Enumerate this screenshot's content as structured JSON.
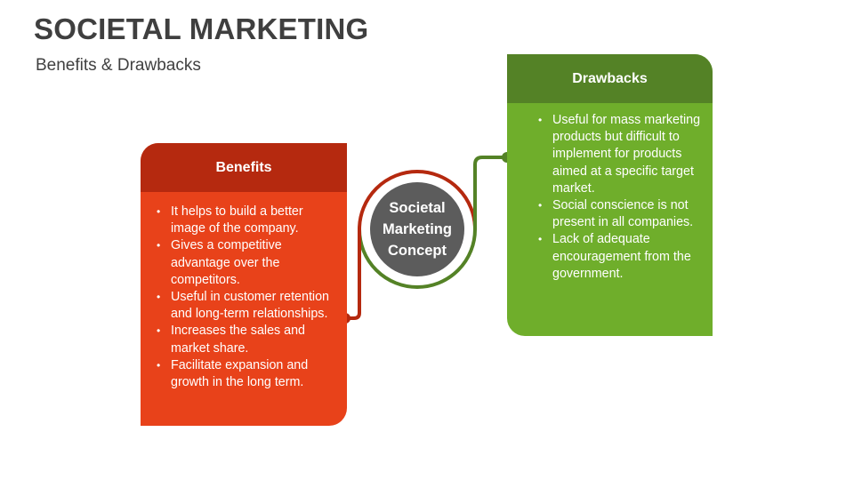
{
  "title": "SOCIETAL MARKETING",
  "subtitle": "Benefits & Drawbacks",
  "center_label": "Societal Marketing Concept",
  "benefits": {
    "heading": "Benefits",
    "items": [
      "It helps to build a better image of the company.",
      "Gives a competitive advantage over the competitors.",
      "Useful in customer retention and long-term relationships.",
      "Increases the sales and market share.",
      "Facilitate expansion and growth in the long term."
    ]
  },
  "drawbacks": {
    "heading": "Drawbacks",
    "items": [
      "Useful for mass marketing products but difficult to implement for products aimed at a specific target market.",
      "Social conscience is not present in all companies.",
      "Lack of adequate encouragement from the government."
    ]
  },
  "colors": {
    "benefits_body": "#e8421a",
    "benefits_header": "#b5290f",
    "drawbacks_body": "#6fae2b",
    "drawbacks_header": "#548226",
    "center_circle": "#5c5c5c",
    "connector_red": "#b5290f",
    "connector_green": "#548226"
  }
}
